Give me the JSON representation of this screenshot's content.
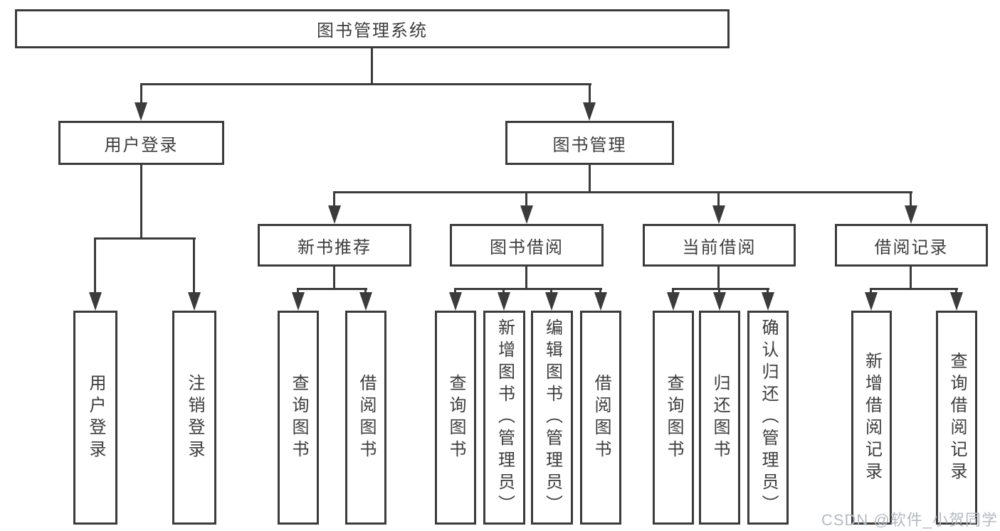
{
  "diagram": {
    "root": "图书管理系统",
    "level2": {
      "user_login": "用户登录",
      "book_mgmt": "图书管理"
    },
    "level3": {
      "new_books": "新书推荐",
      "borrow": "图书借阅",
      "current": "当前借阅",
      "records": "借阅记录"
    },
    "leaves": {
      "user_login_leaf": "用户登录",
      "logout": "注销登录",
      "nb_query": "查询图书",
      "nb_borrow": "借阅图书",
      "bw_query": "查询图书",
      "bw_add": "新增图书（管理员）",
      "bw_edit": "编辑图书（管理员）",
      "bw_borrow": "借阅图书",
      "cur_query": "查询图书",
      "cur_return": "归还图书",
      "cur_confirm": "确认归还（管理员）",
      "rec_add": "新增借阅记录",
      "rec_query": "查询借阅记录"
    }
  },
  "watermark": {
    "text": "CSDN @软件_小贺同学"
  },
  "colors": {
    "line": "#3b3b3b",
    "text": "#3d3d3d",
    "watermark": "#b5bac1"
  }
}
